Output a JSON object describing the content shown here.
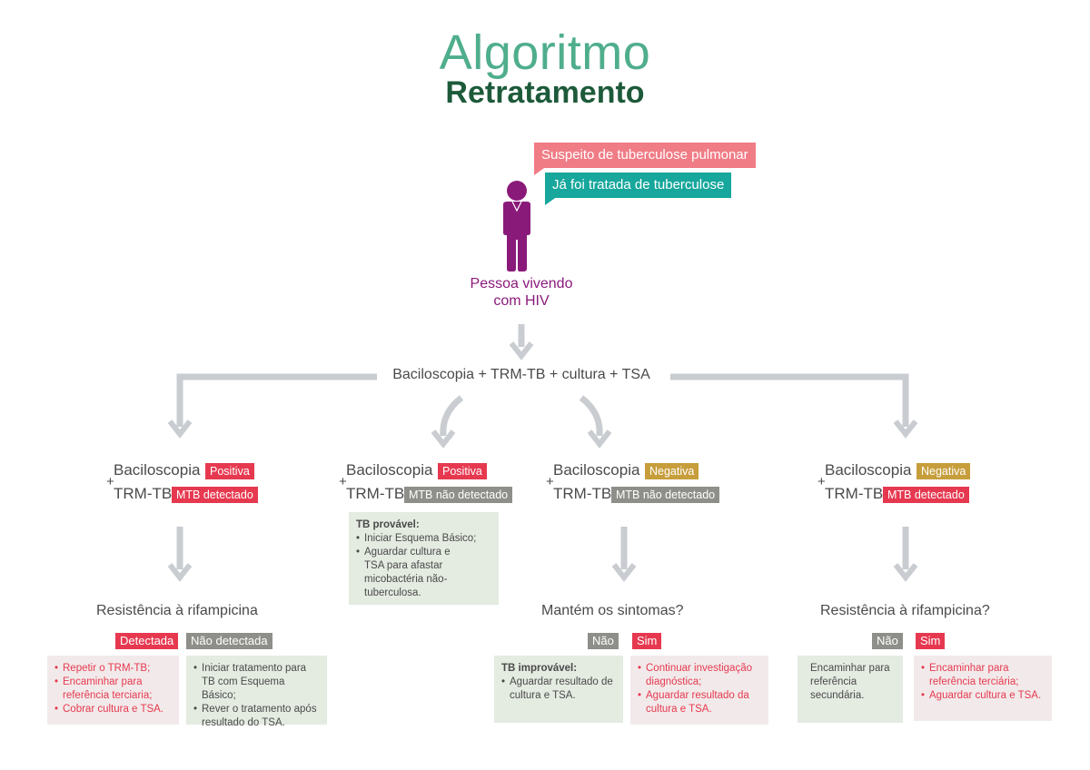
{
  "title": {
    "line1": "Algoritmo",
    "line2": "Retratamento"
  },
  "person": {
    "bubble1": "Suspeito de tuberculose pulmonar",
    "bubble2": "Já foi tratada de tuberculose",
    "label_line1": "Pessoa vivendo",
    "label_line2": "com HIV",
    "icon": "person-icon"
  },
  "tests": "Baciloscopia + TRM-TB + cultura + TSA",
  "branches": [
    {
      "bac_label": "Baciloscopia",
      "bac_result": "Positiva",
      "plus": "+",
      "trm_label": "TRM-TB",
      "trm_result": "MTB detectado",
      "question": "Resistência à rifampicina",
      "opt_a": "Detectada",
      "opt_b": "Não detectada",
      "box_a": [
        "Repetir o TRM-TB;",
        "Encaminhar para referência terciaria;",
        "Cobrar cultura e TSA."
      ],
      "box_b": [
        "Iniciar tratamento para TB com Esquema Básico;",
        "Rever o tratamento após resultado do TSA."
      ]
    },
    {
      "bac_label": "Baciloscopia",
      "bac_result": "Positiva",
      "plus": "+",
      "trm_label": "TRM-TB",
      "trm_result": "MTB não detectado",
      "box_head": "TB provável:",
      "box": [
        "Iniciar Esquema Básico;",
        "Aguardar cultura e TSA para afastar micobactéria não-tuberculosa."
      ]
    },
    {
      "bac_label": "Baciloscopia",
      "bac_result": "Negativa",
      "plus": "+",
      "trm_label": "TRM-TB",
      "trm_result": "MTB não detectado",
      "question": "Mantém os sintomas?",
      "opt_a": "Não",
      "opt_b": "Sim",
      "box_a_head": "TB improvável:",
      "box_a": [
        "Aguardar resultado de cultura e TSA."
      ],
      "box_b": [
        "Continuar investigação diagnóstica;",
        "Aguardar resultado da cultura e TSA."
      ]
    },
    {
      "bac_label": "Baciloscopia",
      "bac_result": "Negativa",
      "plus": "+",
      "trm_label": "TRM-TB",
      "trm_result": "MTB detectado",
      "question": "Resistência à rifampicina?",
      "opt_a": "Não",
      "opt_b": "Sim",
      "box_a_text": "Encaminhar para referência secundária.",
      "box_b": [
        "Encaminhar para referência terciária;",
        "Aguardar cultura e TSA."
      ]
    }
  ],
  "colors": {
    "title_light": "#4fae8c",
    "title_dark": "#1d5a3a",
    "bubble_pink": "#f07c86",
    "bubble_teal": "#17a79c",
    "person": "#8a1a7a",
    "tag_red": "#e63950",
    "tag_ochre": "#c79e3c",
    "tag_grey": "#8e8e8a",
    "arrow": "#c9ccd0",
    "box_green": "#e4ebe1",
    "box_pink": "#f2eaea"
  }
}
